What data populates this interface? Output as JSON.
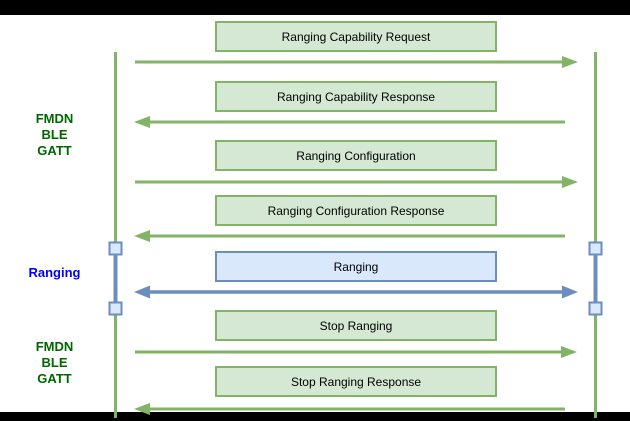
{
  "palette": {
    "green_box_fill": "#d5e8d4",
    "green_stroke": "#82b366",
    "green_label_text": "#006600",
    "blue_box_fill": "#dae8fc",
    "blue_stroke": "#6c8ebf",
    "blue_label_text": "#0000ff",
    "box_text": "#000000",
    "letterbox_bar": "#000000",
    "background": "#ffffff"
  },
  "phase_labels": [
    {
      "lines": [
        "FMDN",
        "BLE",
        "GATT"
      ],
      "color": "#006600"
    },
    {
      "lines": [
        "Ranging"
      ],
      "color": "#0000ff"
    },
    {
      "lines": [
        "FMDN",
        "BLE",
        "GATT"
      ],
      "color": "#006600"
    }
  ],
  "messages": [
    {
      "label": "Ranging Capability Request",
      "direction": "left-to-right",
      "style": "green"
    },
    {
      "label": "Ranging Capability Response",
      "direction": "right-to-left",
      "style": "green"
    },
    {
      "label": "Ranging Configuration",
      "direction": "left-to-right",
      "style": "green"
    },
    {
      "label": "Ranging Configuration Response",
      "direction": "right-to-left",
      "style": "green"
    },
    {
      "label": "Ranging",
      "direction": "bidirectional",
      "style": "blue"
    },
    {
      "label": "Stop Ranging",
      "direction": "left-to-right",
      "style": "green"
    },
    {
      "label": "Stop Ranging Response",
      "direction": "right-to-left",
      "style": "green"
    }
  ]
}
